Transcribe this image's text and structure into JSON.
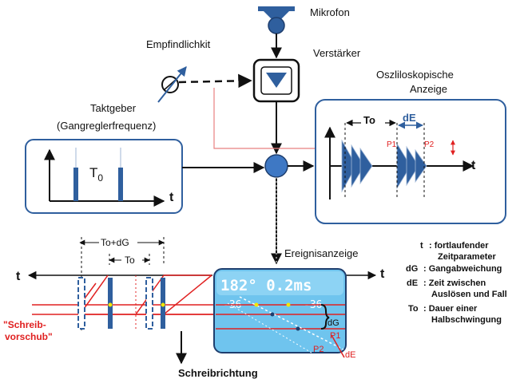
{
  "labels": {
    "mikrofon": "Mikrofon",
    "empfindlichkeit": "Empfindlichkit",
    "verstaerker": "Verstärker",
    "oszi_line1": "Oszliloskopische",
    "oszi_line2": "Anzeige",
    "taktgeber_line1": "Taktgeber",
    "taktgeber_line2": "(Gangreglerfrequenz)",
    "t0_main": "T",
    "t0_sub": "0",
    "t_axis": "t",
    "oszi_to": "To",
    "oszi_de": "dE",
    "oszi_p1": "P1",
    "oszi_p2": "P2",
    "ereignis": "Ereignisanzeige",
    "to_plus_dg": "To+dG",
    "to": "To",
    "schreibvorschub_line1": "\"Schreib-",
    "schreibvorschub_line2": "vorschub\"",
    "schreibrichtung": "Schreibrichtung",
    "display_top": "182° 0.2ms",
    "display_left": "-36",
    "display_right": "-36",
    "display_dg": "dG",
    "display_p1": "P1",
    "display_p2": "P2",
    "display_de": "dE"
  },
  "legend": [
    {
      "key": "t",
      "line1": ": fortlaufender",
      "line2": "Zeitparameter"
    },
    {
      "key": "dG",
      "line1": ": Gangabweichung",
      "line2": ""
    },
    {
      "key": "dE",
      "line1": ": Zeit zwischen",
      "line2": "Auslösen und Fall"
    },
    {
      "key": "To",
      "line1": ": Dauer einer",
      "line2": "Halbschwingung"
    }
  ],
  "colors": {
    "block_blue": "#2f5f9e",
    "node_blue": "#3e78c4",
    "red": "#e02020",
    "panel_border": "#2f5f9e",
    "display_bg": "#6fc4ee"
  }
}
